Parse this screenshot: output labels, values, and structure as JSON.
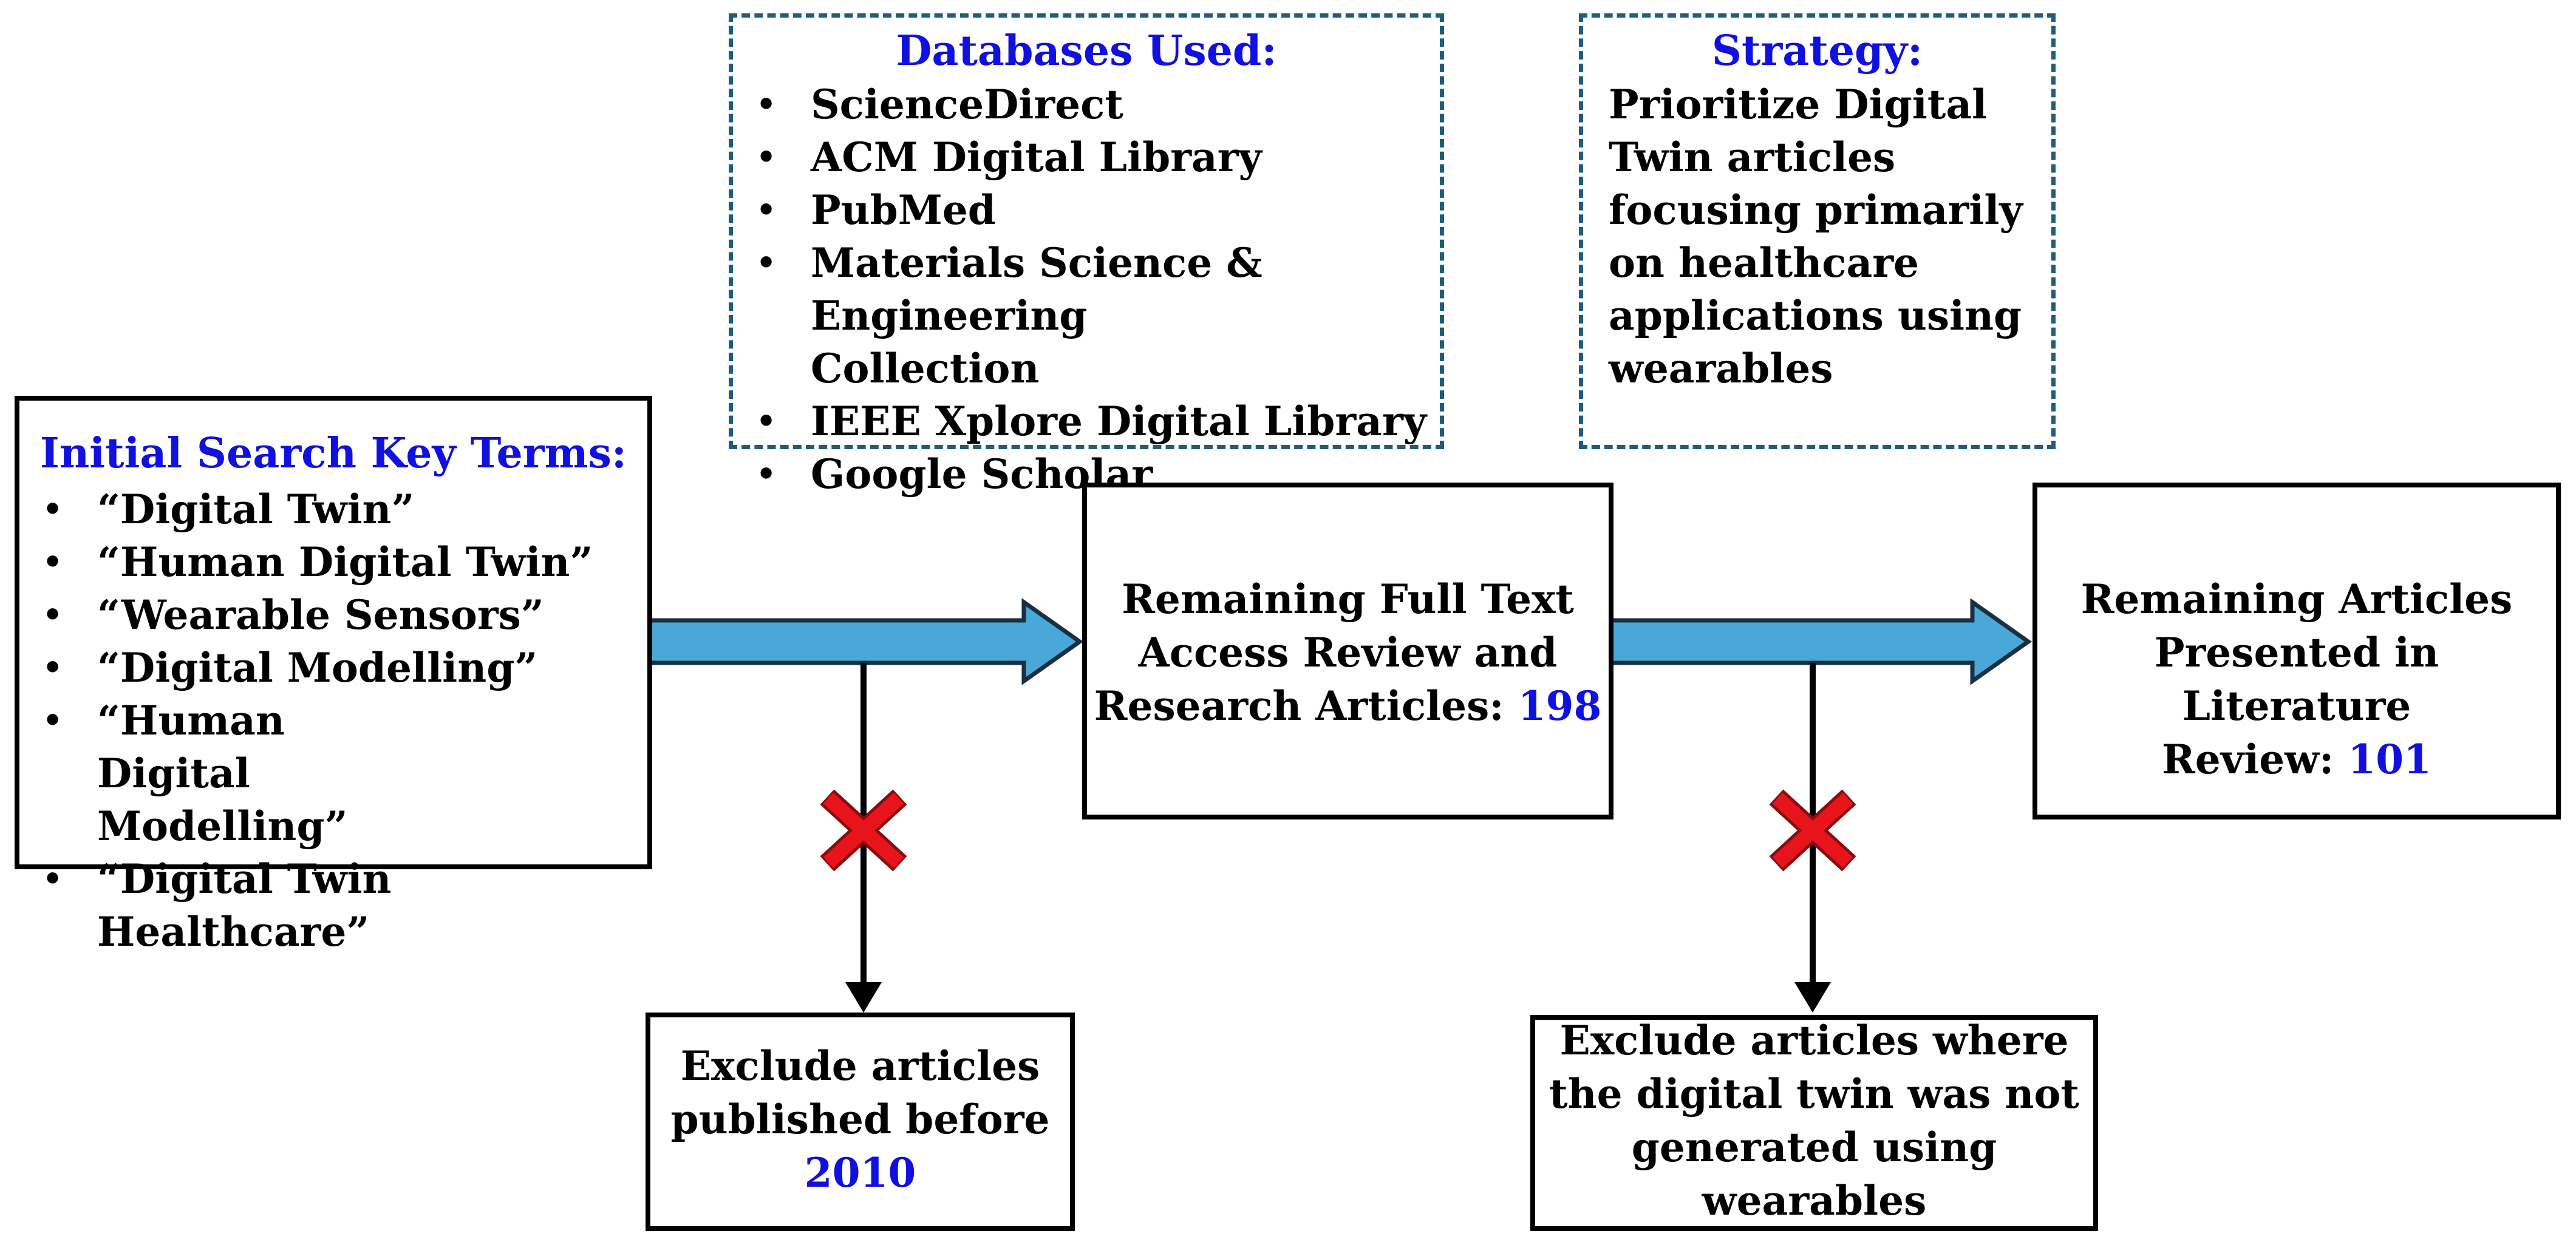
{
  "databases": {
    "heading": "Databases Used:",
    "items": [
      "ScienceDirect",
      "ACM Digital Library",
      "PubMed",
      "Materials Science & Engineering Collection",
      "IEEE Xplore Digital Library",
      "Google Scholar"
    ]
  },
  "strategy": {
    "heading": "Strategy:",
    "lines": [
      "Prioritize Digital",
      "Twin articles",
      "focusing primarily",
      "on healthcare",
      "applications using",
      "wearables"
    ]
  },
  "search_terms": {
    "heading": "Initial Search Key Terms:",
    "items": [
      "“Digital Twin”",
      "“Human Digital Twin”",
      "“Wearable Sensors”",
      "“Digital Modelling”",
      "“Human Digital Modelling”",
      "“Digital Twin Healthcare”"
    ]
  },
  "full_text": {
    "lines": [
      "Remaining Full Text",
      "Access Review and"
    ],
    "last_prefix": "Research Articles: ",
    "count": "198"
  },
  "remaining": {
    "lines": [
      "Remaining Articles",
      "Presented in Literature"
    ],
    "last_prefix": "Review: ",
    "count": "101"
  },
  "exclude_date": {
    "lines": [
      "Exclude articles",
      "published before"
    ],
    "year": "2010"
  },
  "exclude_wearables": {
    "lines": [
      "Exclude articles where",
      "the digital twin was not",
      "generated using",
      "wearables"
    ]
  },
  "colors": {
    "heading": "#1010e0",
    "arrow_fill": "#4aa8d8",
    "arrow_stroke": "#1a2f40",
    "cross": "#e8141b",
    "dashed_border": "#1f5d7e"
  }
}
